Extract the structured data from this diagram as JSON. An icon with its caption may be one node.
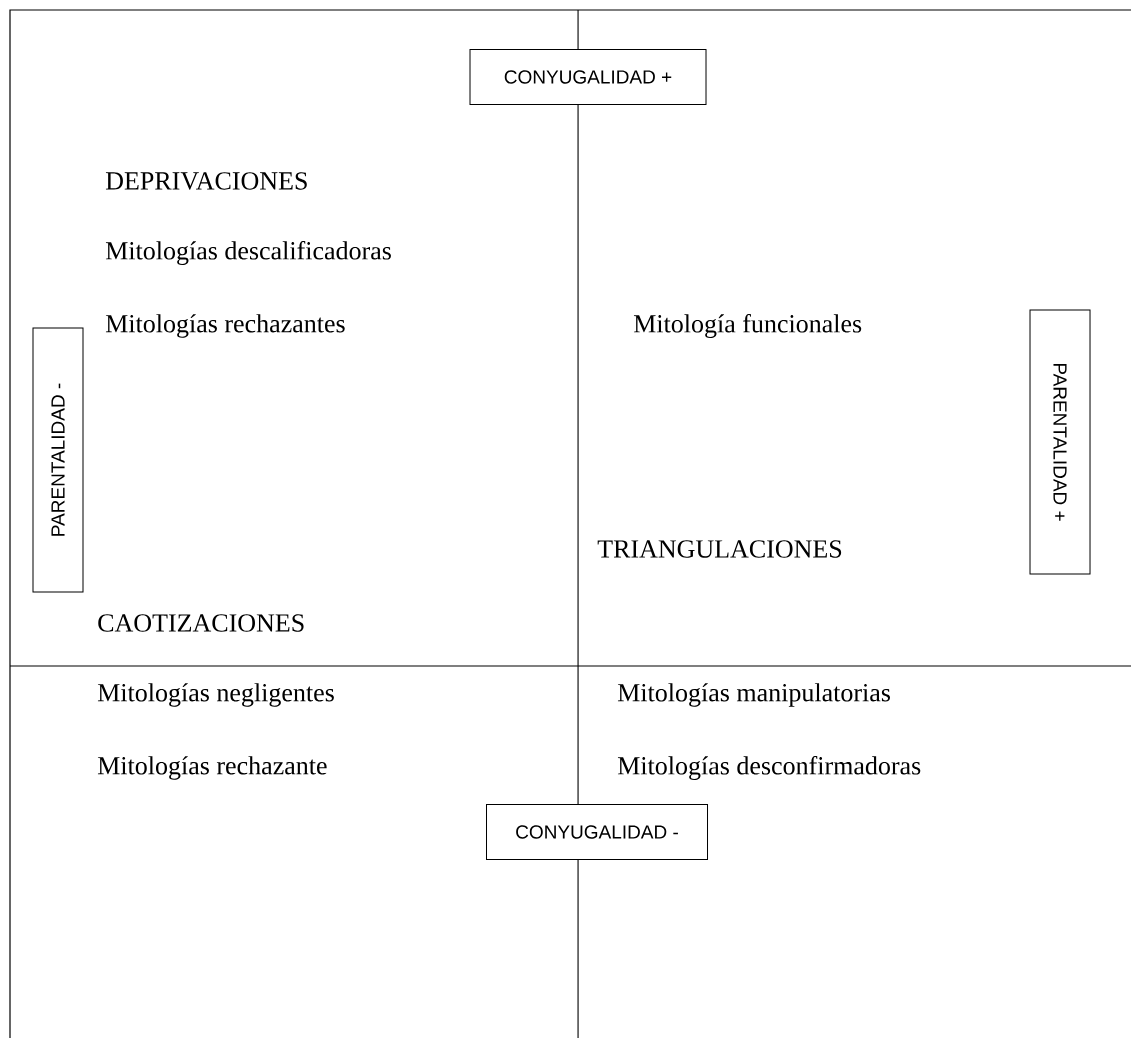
{
  "diagram": {
    "nodes": [
      {
        "text": [
          "CONYUGALIDAD +"
        ]
      },
      {
        "text": [
          "PARENTALIDAD  -"
        ]
      },
      {
        "text": [
          "PARENTALIDAD +"
        ]
      },
      {
        "text": [
          "CONYUGALIDAD -"
        ]
      }
    ],
    "labels": [
      "DEPRIVACIONES",
      "Mitologías descalificadoras",
      "Mitologías rechazantes",
      "Mitología funcionales",
      "TRIANGULACIONES",
      "CAOTIZACIONES",
      "Mitologías negligentes",
      "Mitologías manipulatorias",
      "Mitologías rechazante",
      "Mitologías desconfirmadoras"
    ]
  }
}
